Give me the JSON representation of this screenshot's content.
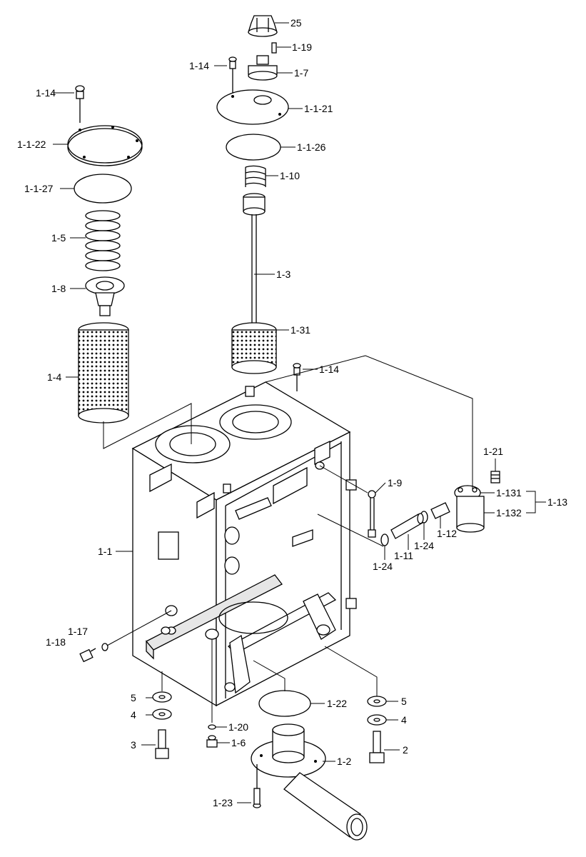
{
  "callouts": {
    "c25": "25",
    "c1_19": "1-19",
    "c1_14_top": "1-14",
    "c1_7": "1-7",
    "c1_1_21": "1-1-21",
    "c1_1_26": "1-1-26",
    "c1_10": "1-10",
    "c1_3": "1-3",
    "c1_31": "1-31",
    "c1_14_mid": "1-14",
    "c1_14_left": "1-14",
    "c1_1_22": "1-1-22",
    "c1_1_27": "1-1-27",
    "c1_5": "1-5",
    "c1_8": "1-8",
    "c1_4": "1-4",
    "c1_21": "1-21",
    "c1_131": "1-131",
    "c1_13": "1-13",
    "c1_132": "1-132",
    "c1_9": "1-9",
    "c1_12": "1-12",
    "c1_24_right": "1-24",
    "c1_11": "1-11",
    "c1_24_left": "1-24",
    "c1_1": "1-1",
    "c1_17": "1-17",
    "c1_18": "1-18",
    "c5_left": "5",
    "c4_left": "4",
    "c3": "3",
    "c1_20": "1-20",
    "c1_6": "1-6",
    "c1_22": "1-22",
    "c5_right": "5",
    "c4_right": "4",
    "c2": "2",
    "c1_2": "1-2",
    "c1_23": "1-23"
  }
}
